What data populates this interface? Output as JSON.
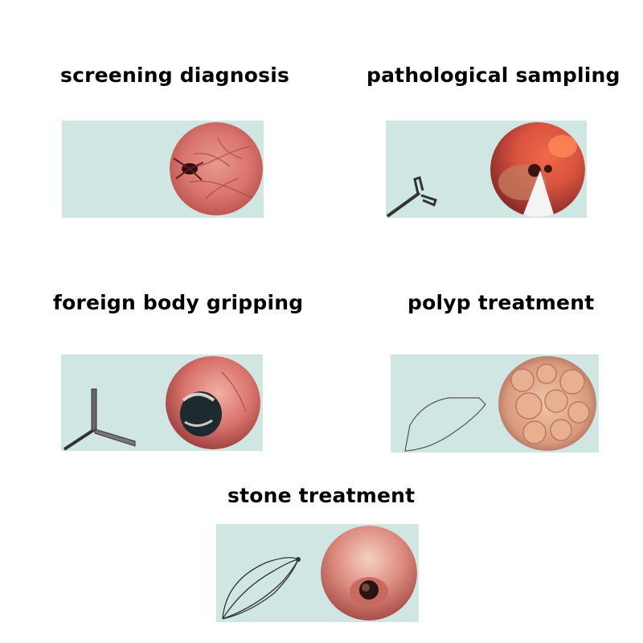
{
  "panels": {
    "screening": {
      "title": "screening diagnosis"
    },
    "pathological": {
      "title": "pathological sampling"
    },
    "foreign_body": {
      "title": "foreign body gripping"
    },
    "polyp": {
      "title": "polyp treatment"
    },
    "stone": {
      "title": "stone treatment"
    }
  },
  "colors": {
    "panel_background": "#cfe6e3",
    "tissue": "#d9736d",
    "tool": "#444444"
  }
}
